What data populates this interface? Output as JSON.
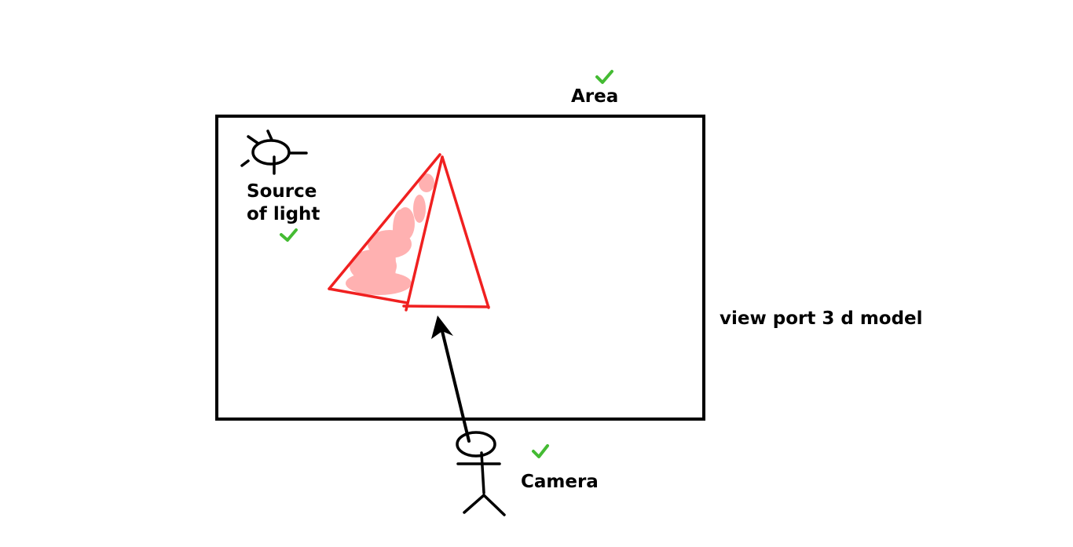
{
  "labels": {
    "area": "Area",
    "light_line1": "Source",
    "light_line2": "of light",
    "viewport": "view port 3 d model",
    "camera": "Camera"
  },
  "colors": {
    "outline": "#000000",
    "triangle": "#f02020",
    "triangle_fill": "#ff5555",
    "check": "#44bb33"
  },
  "icons": [
    "sun-icon",
    "camera-person-icon",
    "check-icon",
    "arrow-icon"
  ]
}
